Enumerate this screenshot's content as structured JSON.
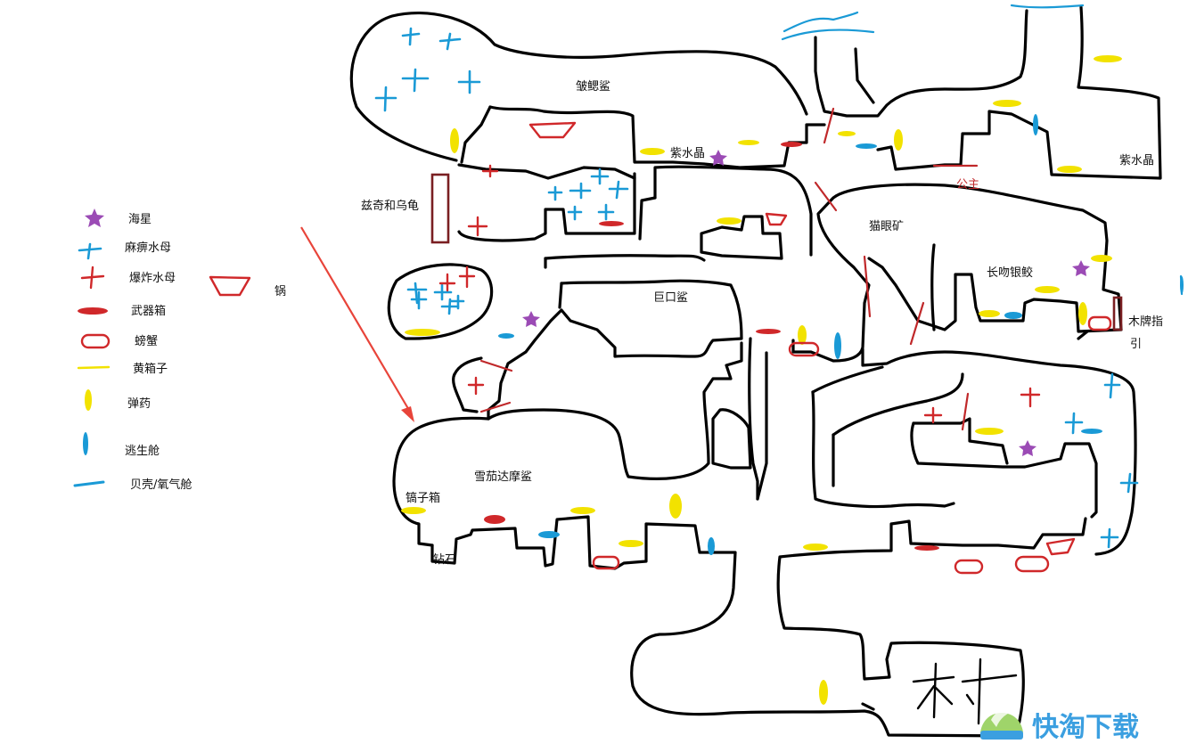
{
  "colors": {
    "wall": "#000000",
    "red": "#d0282a",
    "blue": "#1a9ad6",
    "yellow": "#f2e200",
    "purple": "#9b4bb5",
    "box": "#7a1f22",
    "arrow": "#e8443a",
    "watermark": "#3b9fe0"
  },
  "legend": {
    "starfish": "海星",
    "paralysis_jellyfish": "麻痹水母",
    "explosive_jellyfish": "爆炸水母",
    "weapon_box": "武器箱",
    "crab": "螃蟹",
    "yellow_box": "黄箱子",
    "ammo": "弹药",
    "escape_pod": "逃生舱",
    "shell_oxygen_pod": "贝壳/氧气舱",
    "pot": "锅"
  },
  "map_labels": {
    "frilled_shark": "皱鳃鲨",
    "purple_crystal_1": "紫水晶",
    "purple_crystal_2": "紫水晶",
    "princess": "公主",
    "zooki_turtle": "兹奇和乌龟",
    "cats_eye_mine": "猫眼矿",
    "longnose_fish": "长吻银鲛",
    "megamouth": "巨口鲨",
    "wooden_sign_a": "木牌指",
    "wooden_sign_b": "引",
    "cigar_shark": "雪茄达摩鲨",
    "pickaxe_box": "镐子箱",
    "diamond": "钻石"
  },
  "watermark": "快淘下载"
}
